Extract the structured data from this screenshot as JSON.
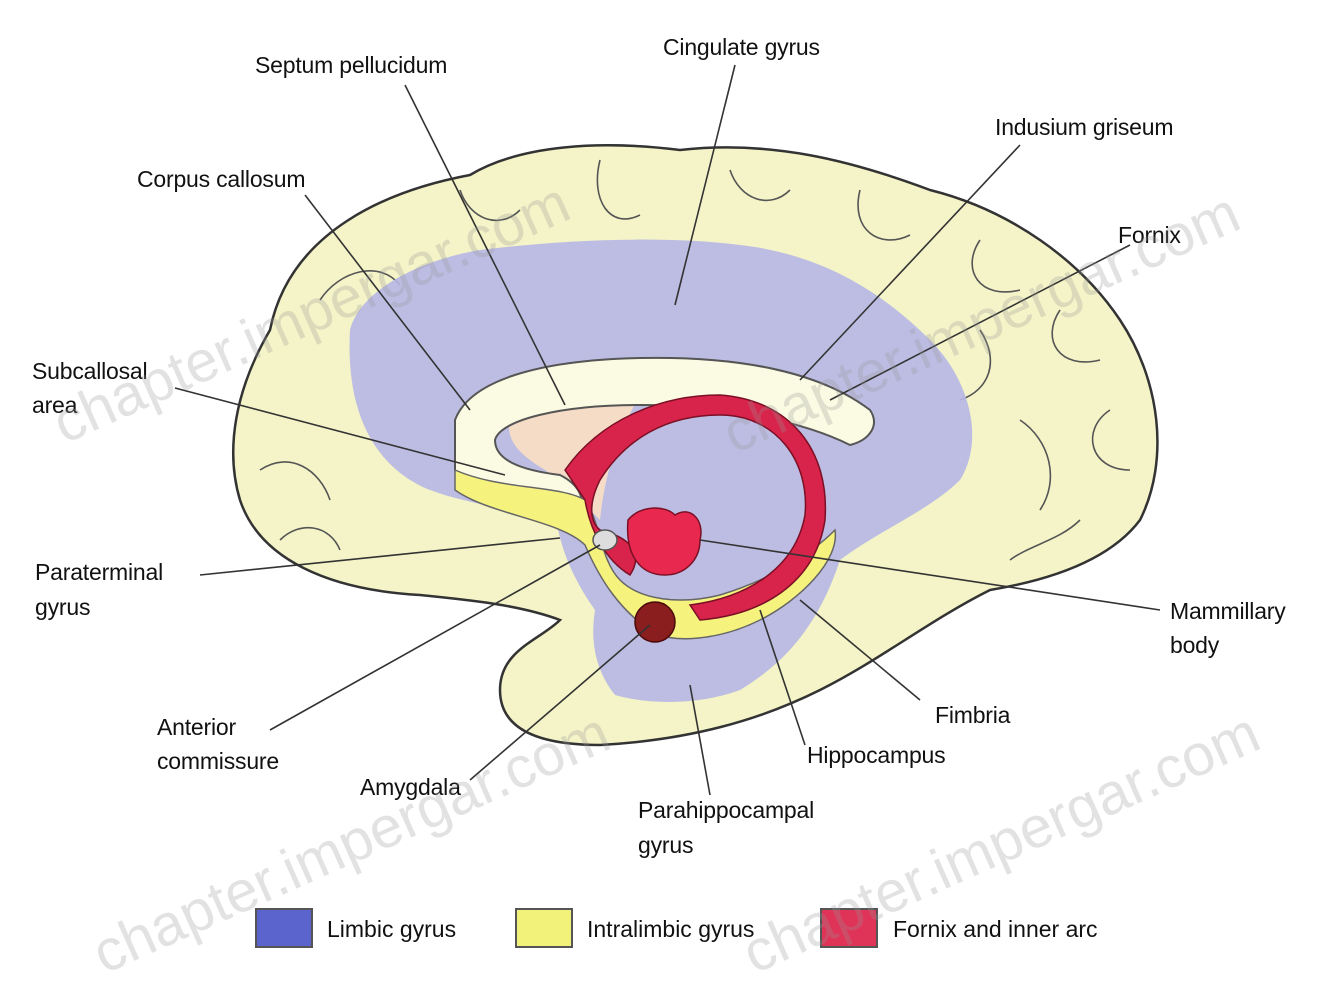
{
  "labels": {
    "cingulate_gyrus": "Cingulate gyrus",
    "septum_pellucidum": "Septum pellucidum",
    "indusium_griseum": "Indusium griseum",
    "corpus_callosum": "Corpus callosum",
    "fornix": "Fornix",
    "subcallosal_area_1": "Subcallosal",
    "subcallosal_area_2": "area",
    "paraterminal_gyrus_1": "Paraterminal",
    "paraterminal_gyrus_2": "gyrus",
    "mammillary_body_1": "Mammillary",
    "mammillary_body_2": "body",
    "fimbria": "Fimbria",
    "anterior_commissure_1": "Anterior",
    "anterior_commissure_2": "commissure",
    "hippocampus": "Hippocampus",
    "amygdala": "Amygdala",
    "parahippocampal_gyrus_1": "Parahippocampal",
    "parahippocampal_gyrus_2": "gyrus"
  },
  "legend": [
    {
      "label": "Limbic gyrus",
      "color": "#5b63cc"
    },
    {
      "label": "Intralimbic gyrus",
      "color": "#f2f27a"
    },
    {
      "label": "Fornix and inner arc",
      "color": "#e03358"
    }
  ],
  "watermark": "chapter.impergar.com",
  "colors": {
    "brain_fill": "#f4f4c8",
    "brain_outline": "#333333",
    "limbic_lobe": "#b7b7e6",
    "fornix": "#d8234a",
    "intralimbic": "#f6f27e"
  }
}
